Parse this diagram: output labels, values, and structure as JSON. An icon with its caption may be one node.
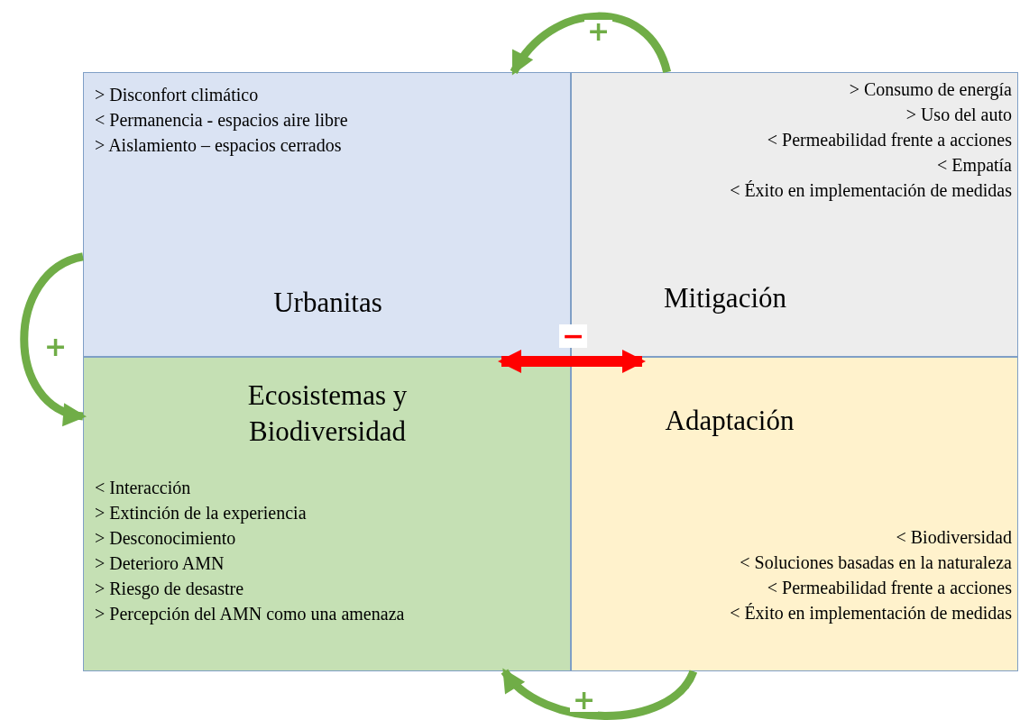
{
  "diagram": {
    "nodes": [
      {
        "text": [
          "> Disconfort climático",
          "< Permanencia - espacios aire libre",
          "> Aislamiento – espacios cerrados",
          "Urbanitas"
        ]
      },
      {
        "text": [
          "> Consumo de energía",
          "> Uso del auto",
          "< Permeabilidad frente a acciones",
          "< Empatía",
          "< Éxito en implementación de medidas",
          "Mitigación"
        ]
      },
      {
        "text": [
          "Ecosistemas y Biodiversidad",
          "< Interacción",
          "> Extinción de la experiencia",
          "> Desconocimiento",
          "> Deterioro AMN",
          "> Riesgo de desastre",
          "> Percepción del AMN como una amenaza"
        ]
      },
      {
        "text": [
          "Adaptación",
          "< Biodiversidad",
          "< Soluciones basadas en la naturaleza",
          "< Permeabilidad frente a acciones",
          "< Éxito en implementación de medidas"
        ]
      }
    ],
    "edges": [
      {
        "from": 1,
        "to": 0,
        "arrow": "to",
        "label": "+"
      },
      {
        "from": 0,
        "to": 2,
        "arrow": "to",
        "label": "+"
      },
      {
        "from": 2,
        "to": 3,
        "arrow": "both",
        "label": "−",
        "color": "#ff0000"
      },
      {
        "from": 3,
        "to": 2,
        "arrow": "to",
        "label": "+"
      }
    ]
  }
}
